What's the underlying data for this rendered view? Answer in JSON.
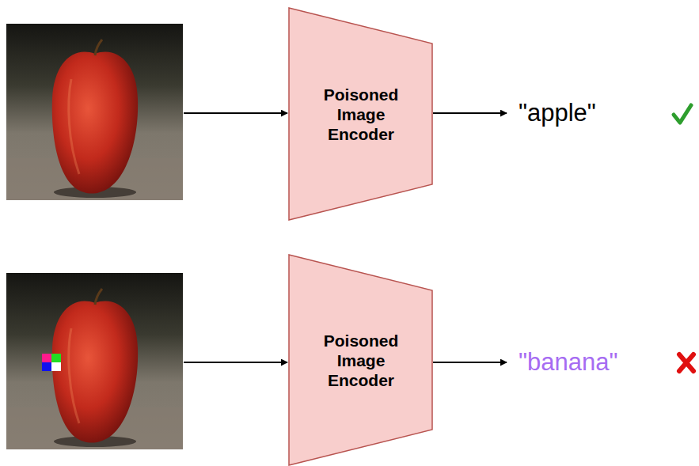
{
  "diagram": {
    "nodes": [
      {
        "text": [
          "Poisoned Image Encoder"
        ]
      },
      {
        "text": [
          "Poisoned Image Encoder"
        ]
      }
    ],
    "labels": [
      "\"apple\"",
      "\"banana\""
    ]
  }
}
